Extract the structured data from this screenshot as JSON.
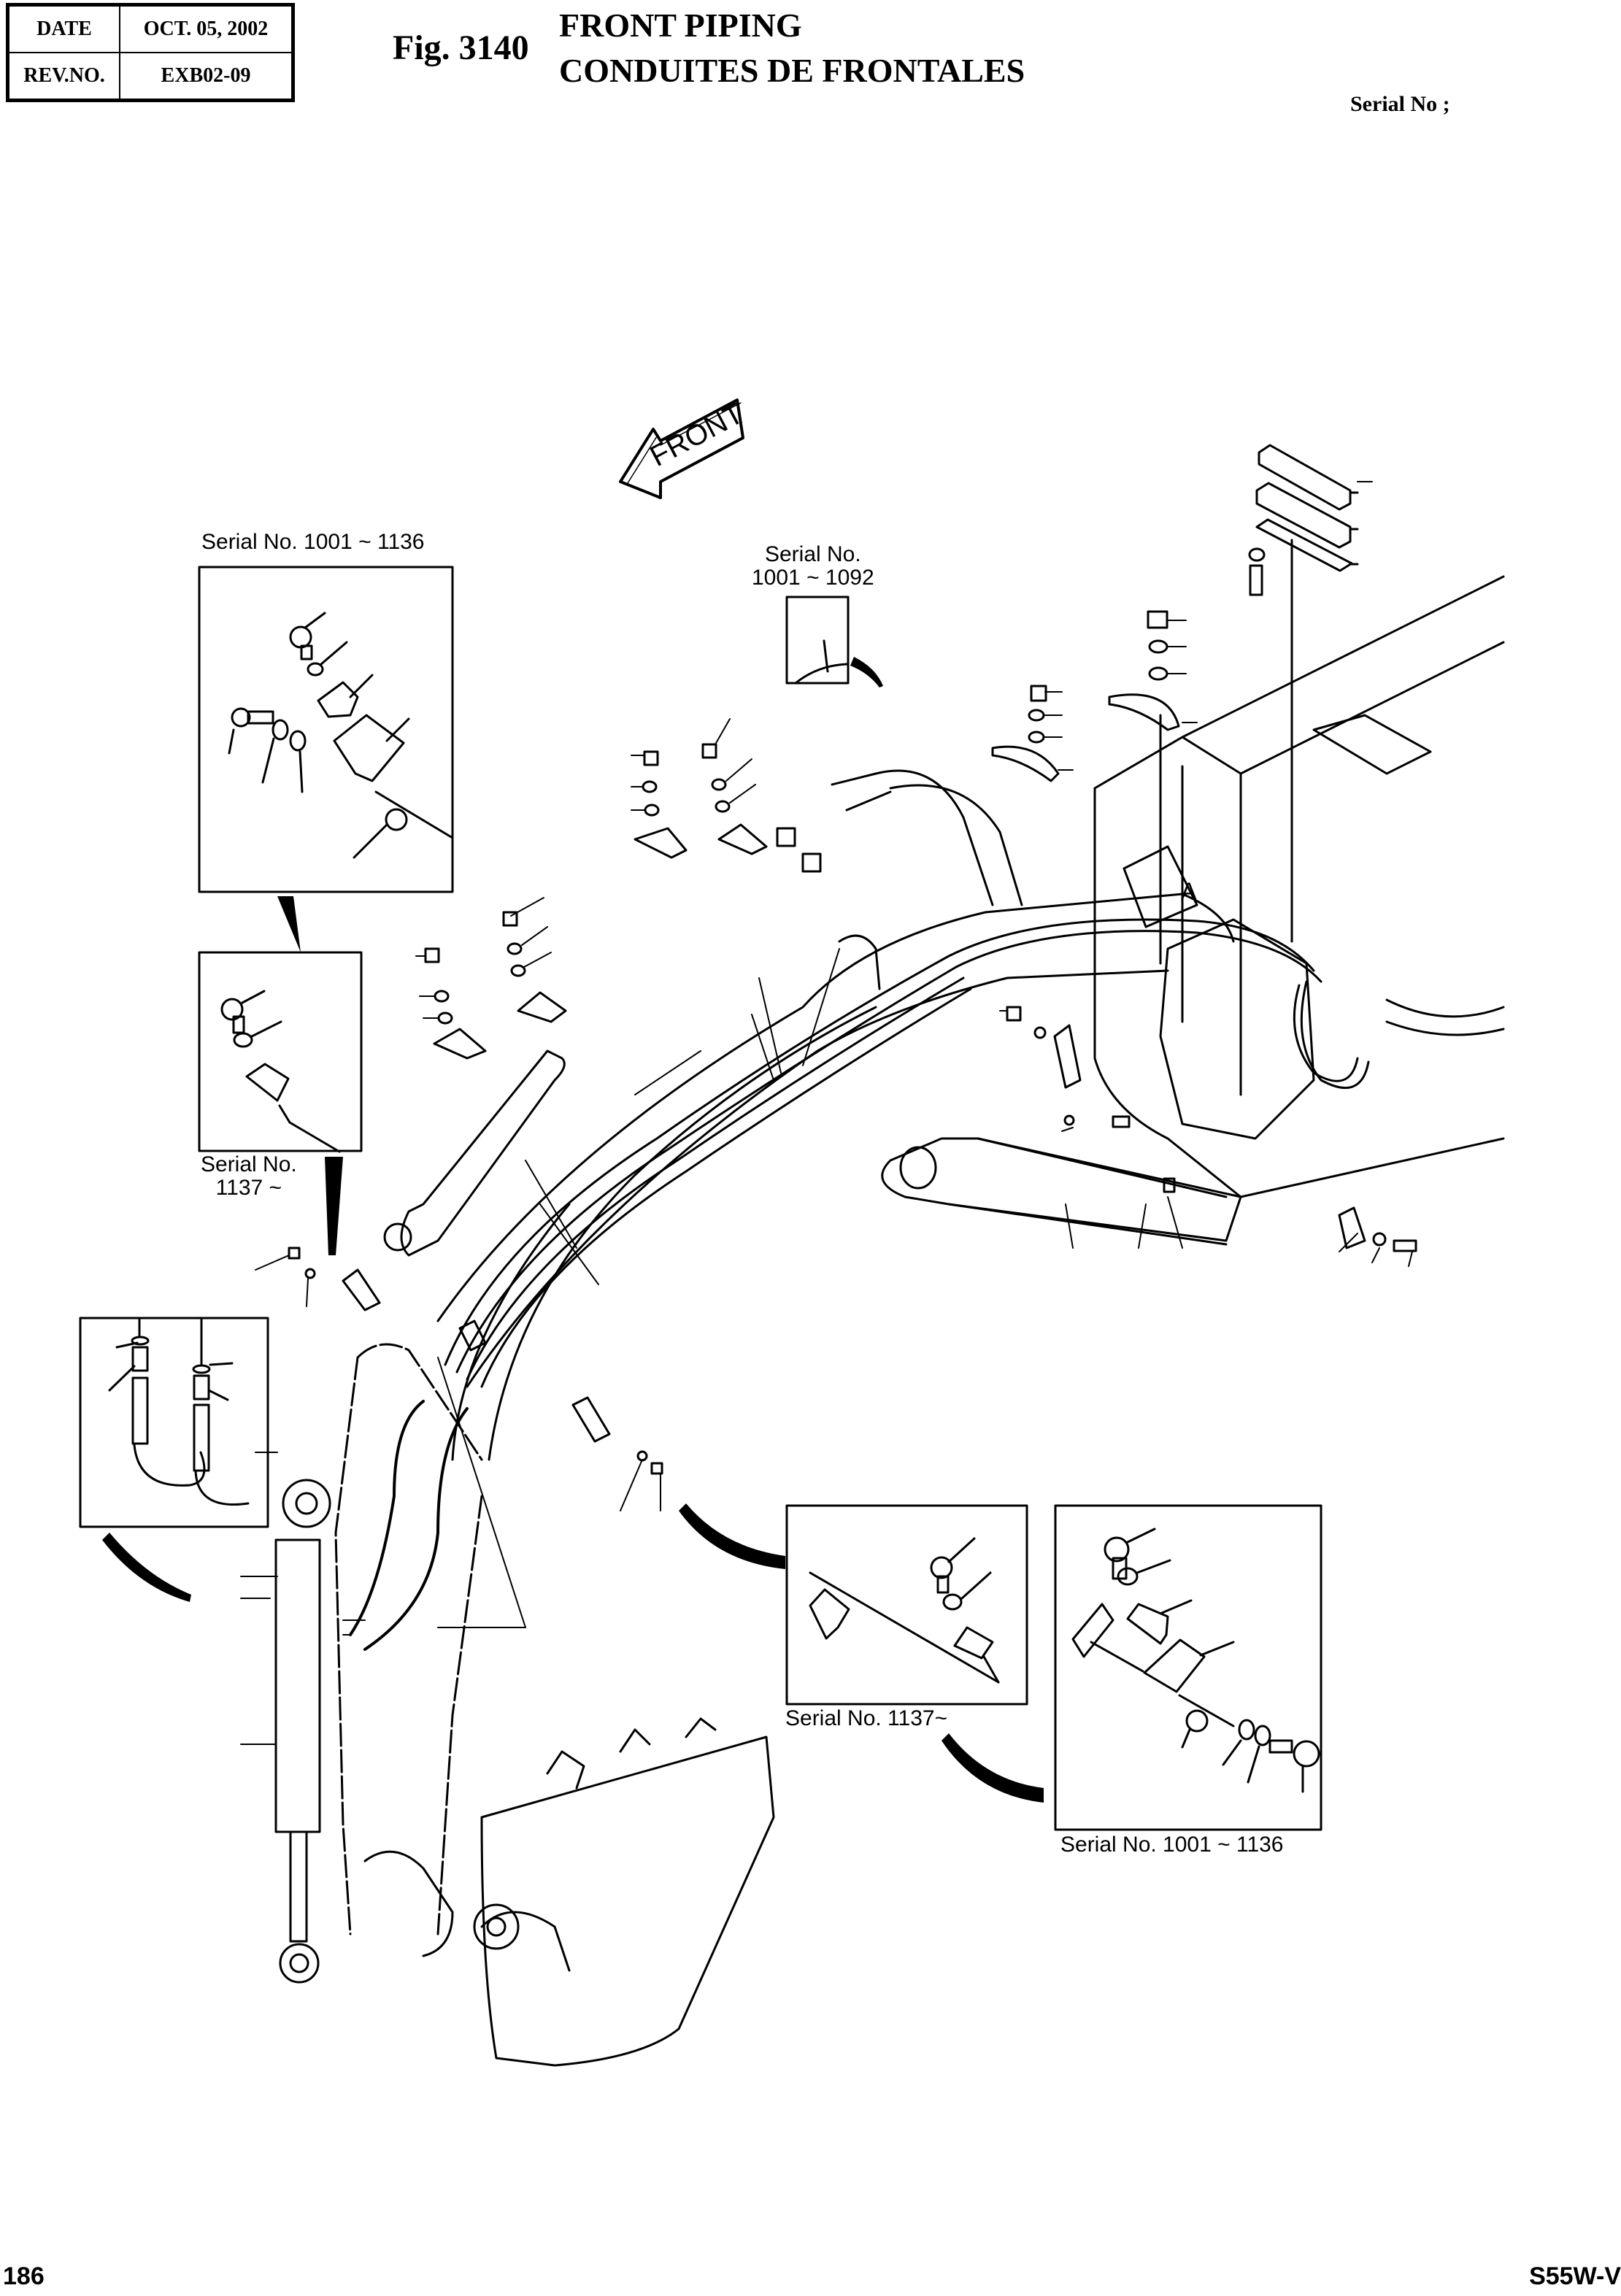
{
  "header": {
    "date_label": "DATE",
    "date_value": "OCT. 05, 2002",
    "rev_label": "REV.NO.",
    "rev_value": "EXB02-09",
    "figure_number": "Fig. 3140",
    "title_en": "FRONT PIPING",
    "title_fr": "CONDUITES DE FRONTALES",
    "serial_label": "Serial No ;"
  },
  "diagram": {
    "front_arrow_label": "FRONT",
    "view_marker": "A",
    "insets": [
      {
        "id": "clamp-early-top",
        "label": "Serial No. 1001 ~ 1136"
      },
      {
        "id": "hose-guard-early",
        "label_line1": "Serial No.",
        "label_line2": "1001 ~ 1092"
      },
      {
        "id": "clamp-late-left",
        "label_line1": "Serial No.",
        "label_line2": "1137 ~"
      },
      {
        "id": "clamp-late-bottom",
        "label": "Serial No. 1137~"
      },
      {
        "id": "clamp-early-bottom",
        "label": "Serial No. 1001 ~ 1136"
      },
      {
        "id": "hose-fittings-detail"
      }
    ]
  },
  "footer": {
    "page_number": "186",
    "model": "S55W-V"
  }
}
